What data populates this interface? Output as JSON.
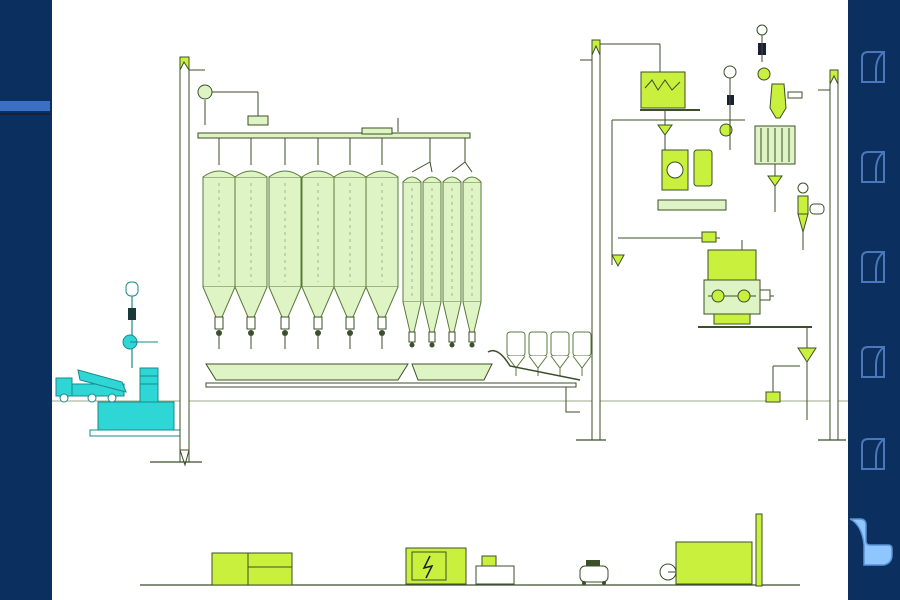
{
  "colors": {
    "background_frame": "#0b2f5e",
    "accent": "#3b6fc4",
    "canvas": "#ffffff",
    "silo_fill": "#dff4c4",
    "silo_stroke": "#5a7a3a",
    "equipment_green": "#c8f03c",
    "truck_cyan": "#2fd6d6",
    "pipe": "#6b8a55",
    "nav_button": "#8ec6ff"
  },
  "diagram": {
    "large_silo_count": 6,
    "small_silo_count": 4,
    "bag_bin_count": 4,
    "nav_buttons": 5,
    "ground_equipment": [
      "generator-cabinet",
      "control-panel",
      "compressor",
      "generator-set"
    ]
  }
}
